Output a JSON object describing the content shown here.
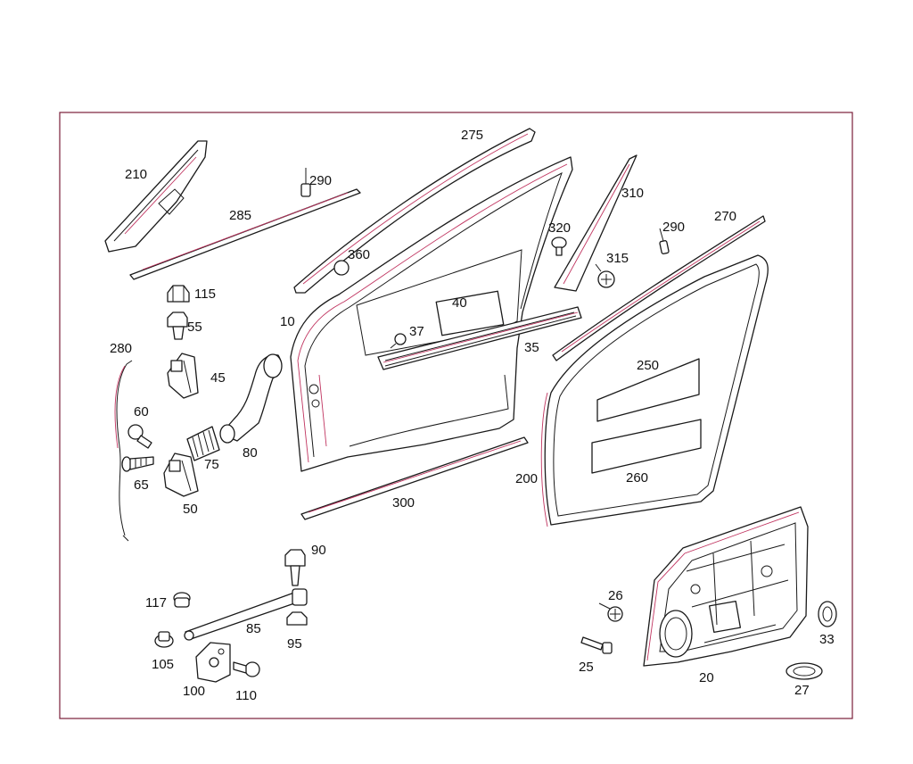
{
  "colors": {
    "frame": "#7a1e3a",
    "line": "#1a1a1a",
    "highlight": "#c0335f"
  },
  "callouts": [
    {
      "id": "c210",
      "text": "210"
    },
    {
      "id": "c290a",
      "text": "290"
    },
    {
      "id": "c285",
      "text": "285"
    },
    {
      "id": "c275",
      "text": "275"
    },
    {
      "id": "c360",
      "text": "360"
    },
    {
      "id": "c310",
      "text": "310"
    },
    {
      "id": "c320",
      "text": "320"
    },
    {
      "id": "c315",
      "text": "315"
    },
    {
      "id": "c290b",
      "text": "290"
    },
    {
      "id": "c270",
      "text": "270"
    },
    {
      "id": "c115",
      "text": "115"
    },
    {
      "id": "c55",
      "text": "55"
    },
    {
      "id": "c10",
      "text": "10"
    },
    {
      "id": "c40",
      "text": "40"
    },
    {
      "id": "c37",
      "text": "37"
    },
    {
      "id": "c35",
      "text": "35"
    },
    {
      "id": "c280",
      "text": "280"
    },
    {
      "id": "c45",
      "text": "45"
    },
    {
      "id": "c250",
      "text": "250"
    },
    {
      "id": "c60",
      "text": "60"
    },
    {
      "id": "c80",
      "text": "80"
    },
    {
      "id": "c75",
      "text": "75"
    },
    {
      "id": "c65",
      "text": "65"
    },
    {
      "id": "c50",
      "text": "50"
    },
    {
      "id": "c200",
      "text": "200"
    },
    {
      "id": "c260",
      "text": "260"
    },
    {
      "id": "c300",
      "text": "300"
    },
    {
      "id": "c90",
      "text": "90"
    },
    {
      "id": "c117",
      "text": "117"
    },
    {
      "id": "c85",
      "text": "85"
    },
    {
      "id": "c26",
      "text": "26"
    },
    {
      "id": "c95",
      "text": "95"
    },
    {
      "id": "c33",
      "text": "33"
    },
    {
      "id": "c105",
      "text": "105"
    },
    {
      "id": "c25",
      "text": "25"
    },
    {
      "id": "c100",
      "text": "100"
    },
    {
      "id": "c110",
      "text": "110"
    },
    {
      "id": "c20",
      "text": "20"
    },
    {
      "id": "c27",
      "text": "27"
    }
  ]
}
